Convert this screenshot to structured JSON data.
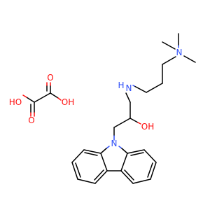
{
  "colors": {
    "carbon": "#000000",
    "oxygen": "#ff0d0d",
    "nitrogen": "#3050f8",
    "background": "#ffffff"
  },
  "labels": {
    "amine_n_dimethyl": "N",
    "amine_nh": "H",
    "amine_nh_n": "N",
    "hydroxyl": "OH",
    "carbazole_n": "N",
    "oxalic_ho_left": "HO",
    "oxalic_o_top": "O",
    "oxalic_oh_right": "OH",
    "oxalic_o_bottom": "O"
  }
}
